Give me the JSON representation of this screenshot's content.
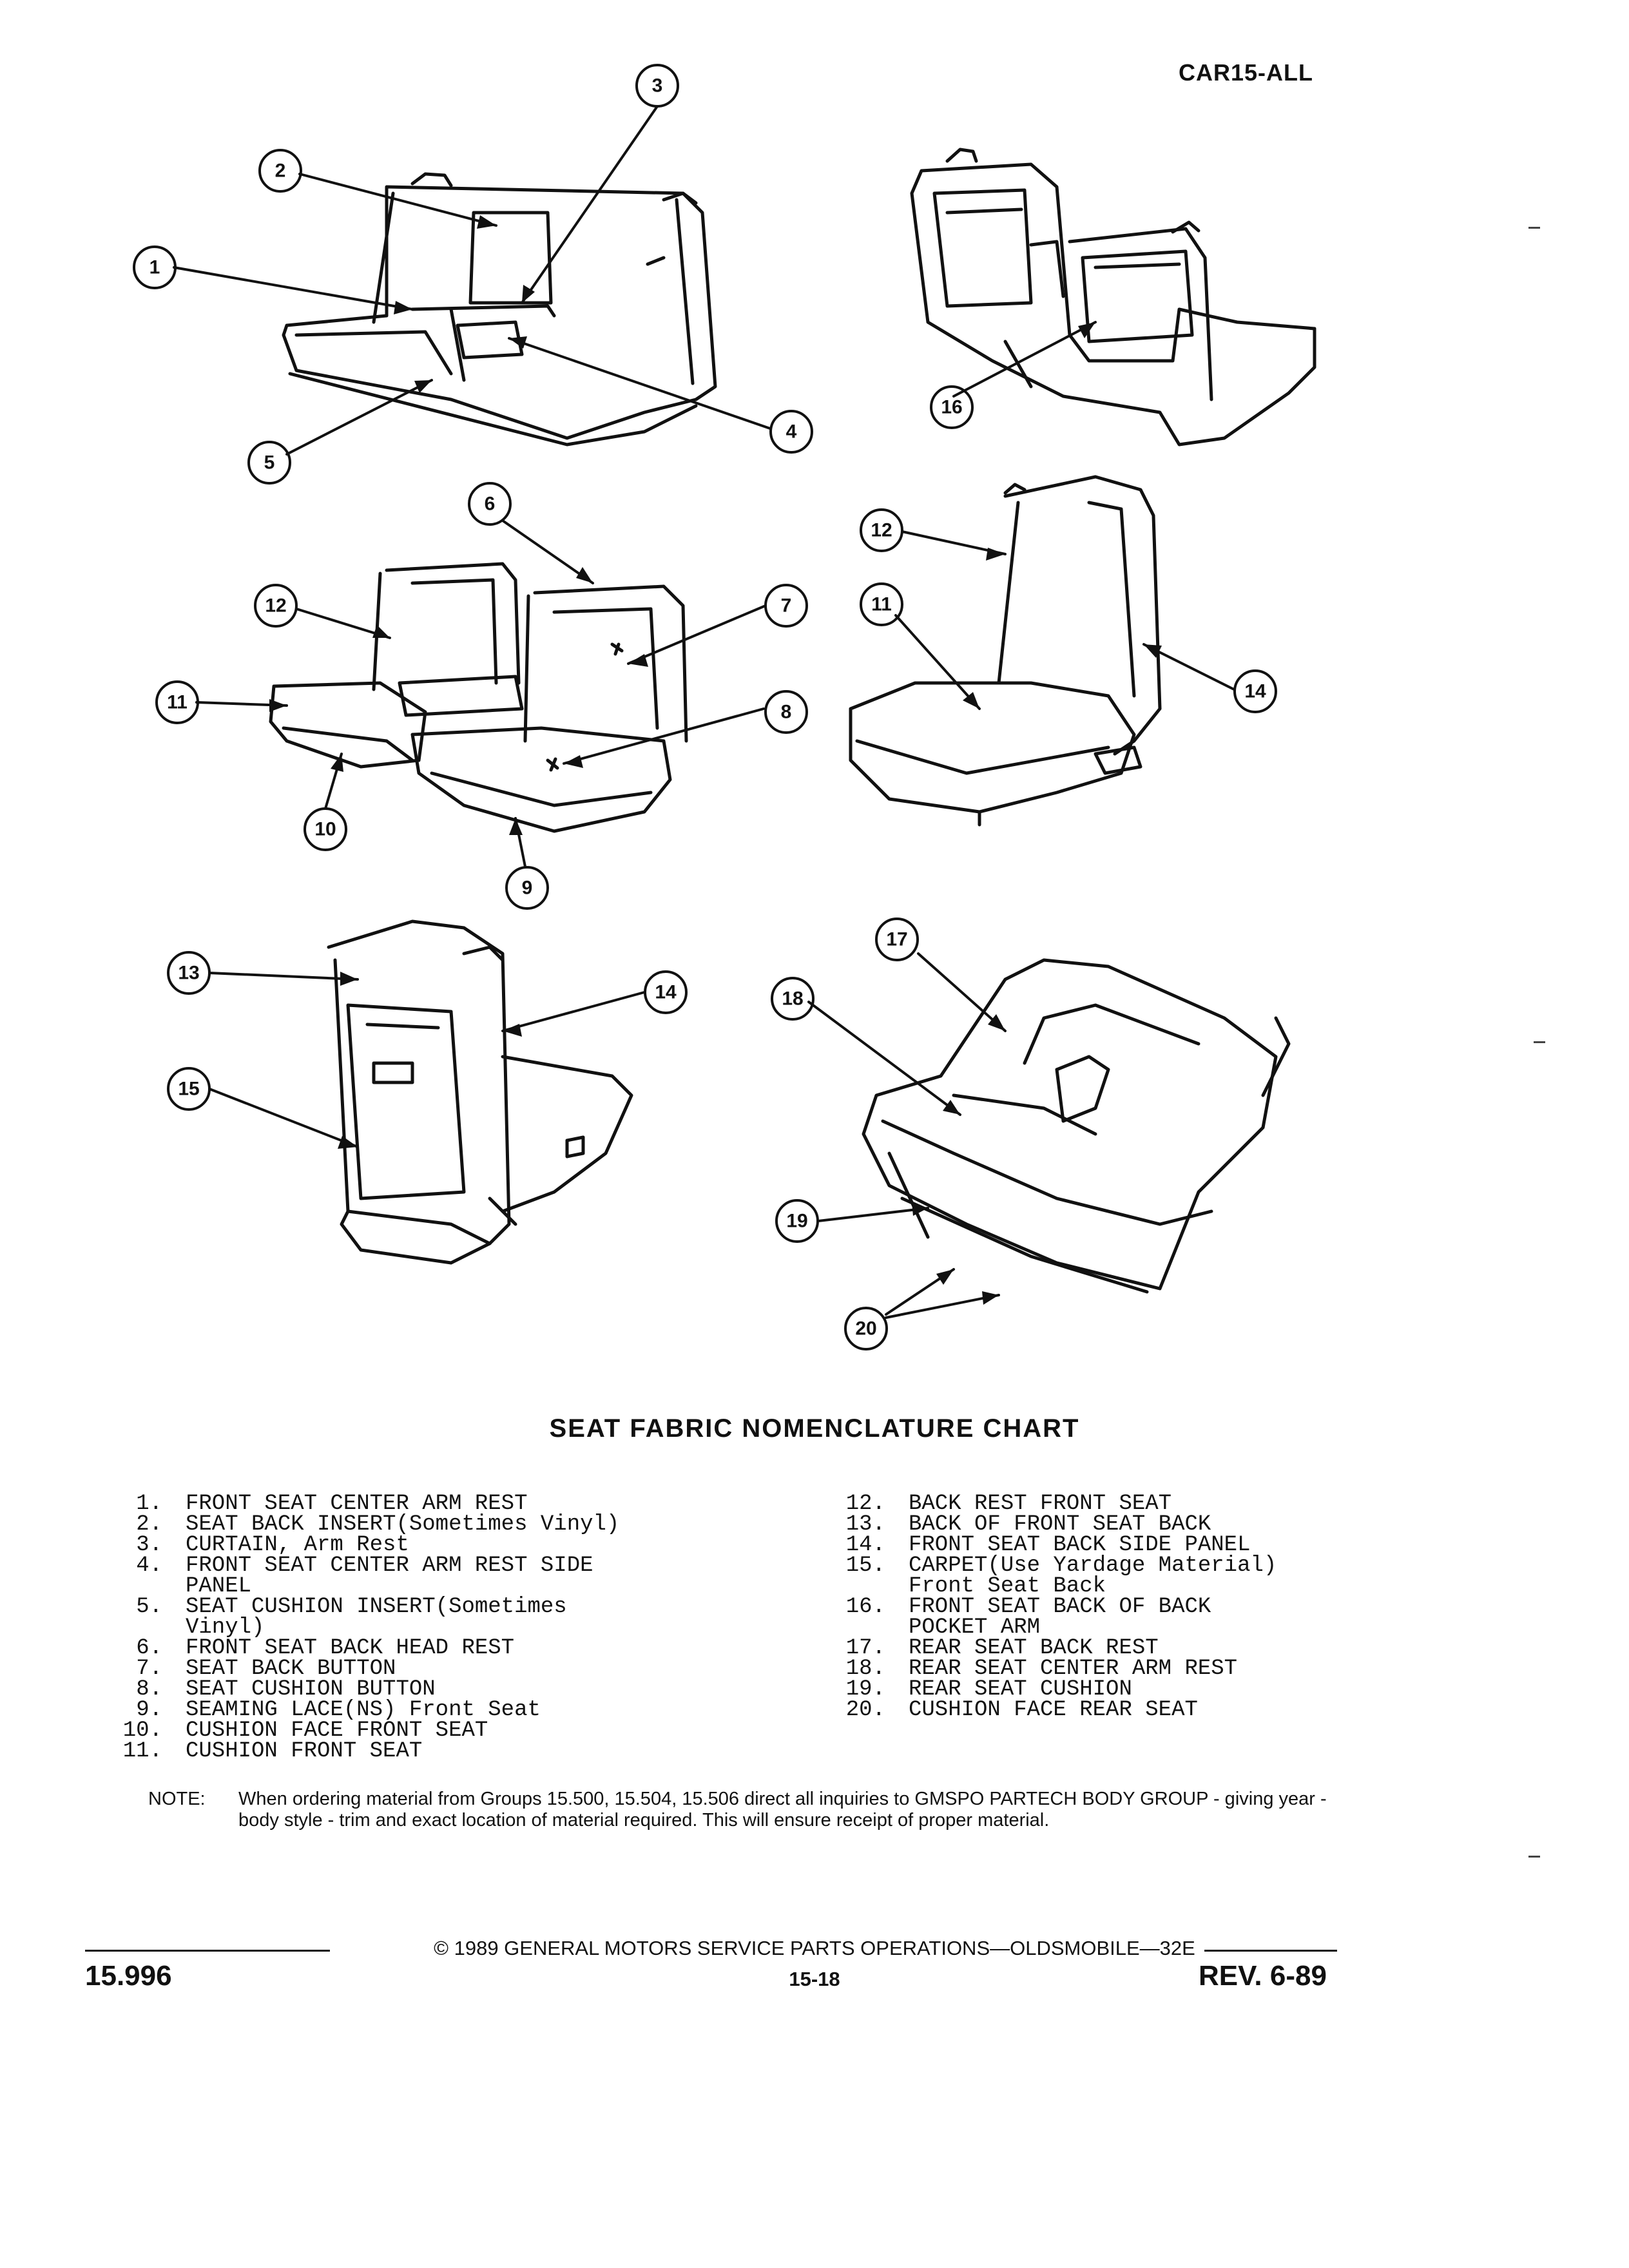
{
  "header": {
    "code": "CAR15-ALL"
  },
  "callouts": [
    "1",
    "2",
    "3",
    "4",
    "5",
    "6",
    "7",
    "8",
    "9",
    "10",
    "11",
    "12",
    "13",
    "14",
    "15",
    "16",
    "17",
    "18",
    "19",
    "20"
  ],
  "icons": {
    "seat_diagrams": "seat-illustration-icon",
    "copyright": "copyright-icon"
  },
  "chart": {
    "title": "SEAT FABRIC NOMENCLATURE CHART"
  },
  "legend": {
    "left": [
      {
        "num": "1.",
        "text": "FRONT SEAT CENTER ARM REST"
      },
      {
        "num": "2.",
        "text": "SEAT BACK INSERT(Sometimes Vinyl)"
      },
      {
        "num": "3.",
        "text": "CURTAIN, Arm Rest"
      },
      {
        "num": "4.",
        "text": "FRONT SEAT CENTER ARM REST SIDE\nPANEL"
      },
      {
        "num": "5.",
        "text": "SEAT CUSHION INSERT(Sometimes\nVinyl)"
      },
      {
        "num": "6.",
        "text": "FRONT SEAT BACK HEAD REST"
      },
      {
        "num": "7.",
        "text": "SEAT BACK BUTTON"
      },
      {
        "num": "8.",
        "text": "SEAT CUSHION BUTTON"
      },
      {
        "num": "9.",
        "text": "SEAMING LACE(NS) Front Seat"
      },
      {
        "num": "10.",
        "text": "CUSHION FACE FRONT SEAT"
      },
      {
        "num": "11.",
        "text": "CUSHION FRONT SEAT"
      }
    ],
    "right": [
      {
        "num": "12.",
        "text": "BACK REST FRONT SEAT"
      },
      {
        "num": "13.",
        "text": "BACK OF FRONT SEAT BACK"
      },
      {
        "num": "14.",
        "text": "FRONT SEAT BACK SIDE PANEL"
      },
      {
        "num": "15.",
        "text": "CARPET(Use Yardage Material)\nFront Seat Back"
      },
      {
        "num": "16.",
        "text": "FRONT SEAT BACK OF BACK\nPOCKET ARM"
      },
      {
        "num": "17.",
        "text": "REAR SEAT BACK REST"
      },
      {
        "num": "18.",
        "text": "REAR SEAT CENTER ARM REST"
      },
      {
        "num": "19.",
        "text": "REAR SEAT CUSHION"
      },
      {
        "num": "20.",
        "text": "CUSHION FACE REAR SEAT"
      }
    ]
  },
  "note": {
    "label": "NOTE:",
    "text": "When ordering material from Groups 15.500, 15.504, 15.506 direct all inquiries to GMSPO PARTECH BODY GROUP - giving year - body style - trim and exact location of material required. This will ensure receipt of proper material."
  },
  "footer": {
    "copyright": "© 1989 GENERAL MOTORS SERVICE PARTS OPERATIONS—OLDSMOBILE—32E",
    "page_number": "15.996",
    "section_page": "15-18",
    "revision": "REV. 6-89"
  }
}
